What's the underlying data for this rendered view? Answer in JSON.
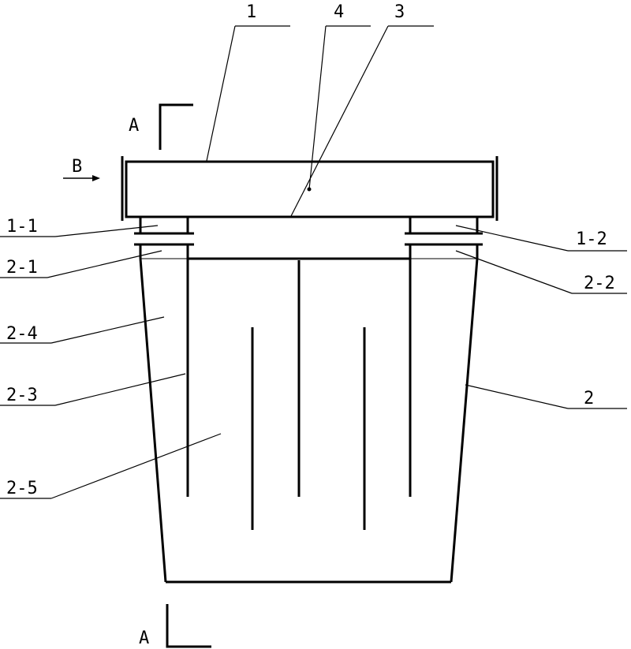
{
  "labels": {
    "l1": "1",
    "l4": "4",
    "l3": "3",
    "l1_1": "1-1",
    "l1_2": "1-2",
    "l2_1": "2-1",
    "l2_2": "2-2",
    "l2_4": "2-4",
    "l2_3": "2-3",
    "l2": "2",
    "l2_5": "2-5",
    "section_top": "A",
    "section_bottom": "A",
    "flow": "B"
  },
  "colors": {
    "line": "#000000",
    "background": "#ffffff"
  }
}
